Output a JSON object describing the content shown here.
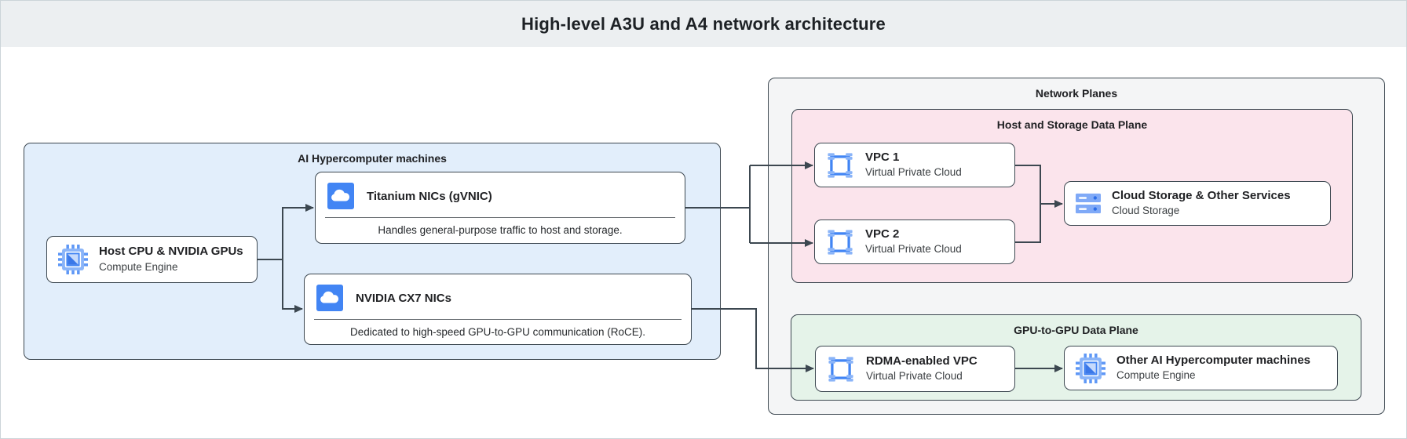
{
  "header": {
    "title": "High-level A3U and A4 network architecture"
  },
  "groups": {
    "ai_hypercomputer": {
      "title": "AI Hypercomputer machines"
    },
    "network_planes": {
      "title": "Network Planes"
    },
    "host_storage_plane": {
      "title": "Host and Storage Data Plane"
    },
    "gpu_plane": {
      "title": "GPU-to-GPU Data Plane"
    }
  },
  "nodes": {
    "host": {
      "title": "Host CPU & NVIDIA GPUs",
      "subtitle": "Compute Engine",
      "icon": "compute-engine-icon"
    },
    "titanium": {
      "title": "Titanium NICs (gVNIC)",
      "description": "Handles general-purpose traffic to host and storage.",
      "icon": "cloud-nic-icon"
    },
    "cx7": {
      "title": "NVIDIA CX7 NICs",
      "description": "Dedicated to high-speed GPU-to-GPU communication (RoCE).",
      "icon": "cloud-nic-icon"
    },
    "vpc1": {
      "title": "VPC 1",
      "subtitle": "Virtual Private Cloud",
      "icon": "vpc-icon"
    },
    "vpc2": {
      "title": "VPC 2",
      "subtitle": "Virtual Private Cloud",
      "icon": "vpc-icon"
    },
    "cloud_storage": {
      "title": "Cloud Storage & Other Services",
      "subtitle": "Cloud Storage",
      "icon": "cloud-storage-icon"
    },
    "rdma_vpc": {
      "title": "RDMA-enabled VPC",
      "subtitle": "Virtual Private Cloud",
      "icon": "vpc-icon"
    },
    "other_machines": {
      "title": "Other AI Hypercomputer machines",
      "subtitle": "Compute Engine",
      "icon": "compute-engine-icon"
    }
  },
  "colors": {
    "header_bg": "#eceff1",
    "ai_group_bg": "#e2eefb",
    "network_planes_bg": "#f4f5f6",
    "host_storage_bg": "#fbe4ec",
    "gpu_plane_bg": "#e5f3e9",
    "box_border": "#3c4750",
    "connector": "#3c4750",
    "icon_blue": "#4285f4",
    "icon_light_blue": "#8ab4f8",
    "icon_dark_blue": "#2b6de8"
  }
}
